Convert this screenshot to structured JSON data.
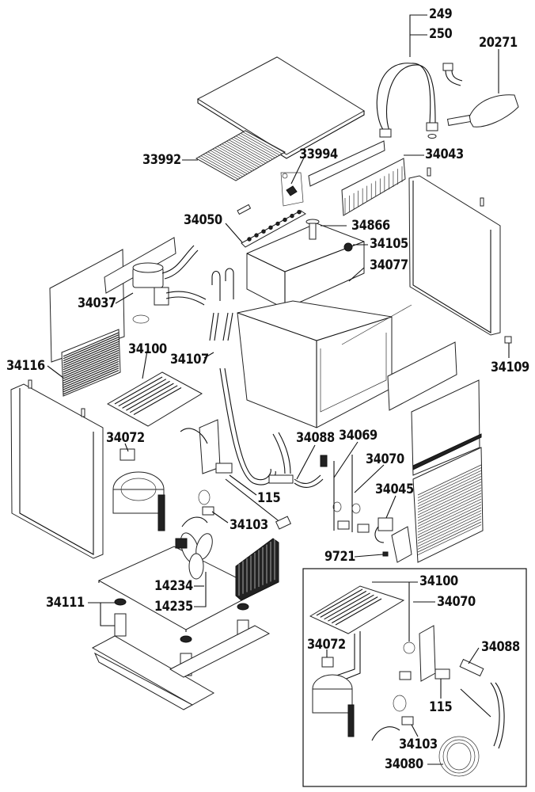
{
  "diagram": {
    "type": "exploded-parts-view",
    "subject": "ice maker",
    "labels": [
      {
        "id": "p249",
        "text": "249"
      },
      {
        "id": "p250",
        "text": "250"
      },
      {
        "id": "p20271",
        "text": "20271"
      },
      {
        "id": "p33992",
        "text": "33992"
      },
      {
        "id": "p33994",
        "text": "33994"
      },
      {
        "id": "p34043",
        "text": "34043"
      },
      {
        "id": "p34050",
        "text": "34050"
      },
      {
        "id": "p34866",
        "text": "34866"
      },
      {
        "id": "p34105",
        "text": "34105"
      },
      {
        "id": "p34077",
        "text": "34077"
      },
      {
        "id": "p34037",
        "text": "34037"
      },
      {
        "id": "p34116",
        "text": "34116"
      },
      {
        "id": "p34100",
        "text": "34100"
      },
      {
        "id": "p34107",
        "text": "34107"
      },
      {
        "id": "p34109",
        "text": "34109"
      },
      {
        "id": "p34072",
        "text": "34072"
      },
      {
        "id": "p34088",
        "text": "34088"
      },
      {
        "id": "p34069",
        "text": "34069"
      },
      {
        "id": "p34070",
        "text": "34070"
      },
      {
        "id": "p115",
        "text": "115"
      },
      {
        "id": "p34045",
        "text": "34045"
      },
      {
        "id": "p34103",
        "text": "34103"
      },
      {
        "id": "p9721",
        "text": "9721"
      },
      {
        "id": "p34111",
        "text": "34111"
      },
      {
        "id": "p14234",
        "text": "14234"
      },
      {
        "id": "p14235",
        "text": "14235"
      }
    ],
    "inset_labels": [
      {
        "id": "i34100",
        "text": "34100"
      },
      {
        "id": "i34070",
        "text": "34070"
      },
      {
        "id": "i34072",
        "text": "34072"
      },
      {
        "id": "i34088",
        "text": "34088"
      },
      {
        "id": "i115",
        "text": "115"
      },
      {
        "id": "i34103",
        "text": "34103"
      },
      {
        "id": "i34080",
        "text": "34080"
      }
    ]
  }
}
